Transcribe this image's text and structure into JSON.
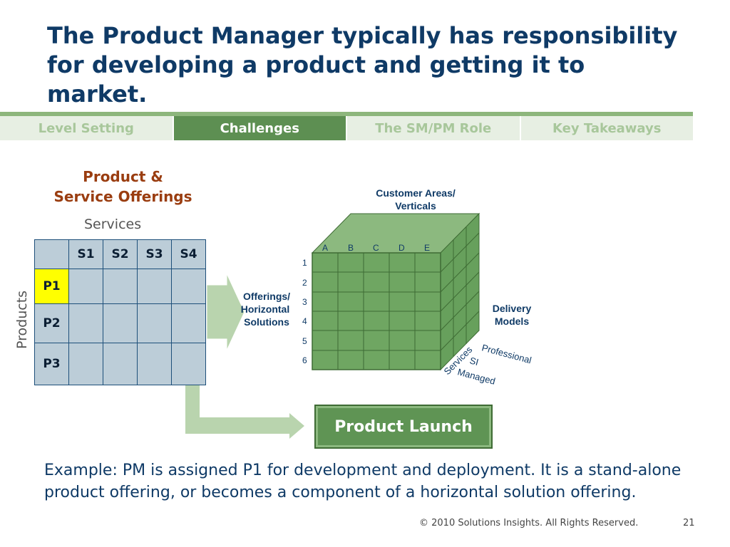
{
  "slide": {
    "title": "The Product Manager typically has responsibility for developing a product and getting it to market.",
    "tabs": [
      {
        "label": "Level Setting",
        "active": false
      },
      {
        "label": "Challenges",
        "active": true
      },
      {
        "label": "The SM/PM Role",
        "active": false
      },
      {
        "label": "Key Takeaways",
        "active": false
      }
    ],
    "left": {
      "heading_line1": "Product &",
      "heading_line2": "Service Offerings",
      "services_label": "Services",
      "products_label": "Products",
      "columns": [
        "S1",
        "S2",
        "S3",
        "S4"
      ],
      "rows": [
        "P1",
        "P2",
        "P3"
      ],
      "highlight_row": "P1"
    },
    "right": {
      "top_label_line1": "Customer Areas/",
      "top_label_line2": "Verticals",
      "side_label_line1": "Offerings/",
      "side_label_line2": "Horizontal",
      "side_label_line3": "Solutions",
      "depth_label_line1": "Delivery",
      "depth_label_line2": "Models",
      "column_letters": [
        "A",
        "B",
        "C",
        "D",
        "E"
      ],
      "row_numbers": [
        "1",
        "2",
        "3",
        "4",
        "5",
        "6"
      ],
      "delivery_models": [
        "Professional Services",
        "SI",
        "Managed Services"
      ]
    },
    "launch_label": "Product Launch",
    "example_text": "Example: PM is assigned P1 for development and deployment. It is a stand-alone product offering, or becomes a component of a horizontal solution offering.",
    "footer": "© 2010 Solutions Insights. All Rights Reserved.",
    "page_number": "21",
    "colors": {
      "title": "#0f3a66",
      "accent_green": "#5d8f52",
      "heading_brown": "#9a3d10",
      "highlight": "#ffff00",
      "cell_fill": "#bccdd8"
    }
  }
}
